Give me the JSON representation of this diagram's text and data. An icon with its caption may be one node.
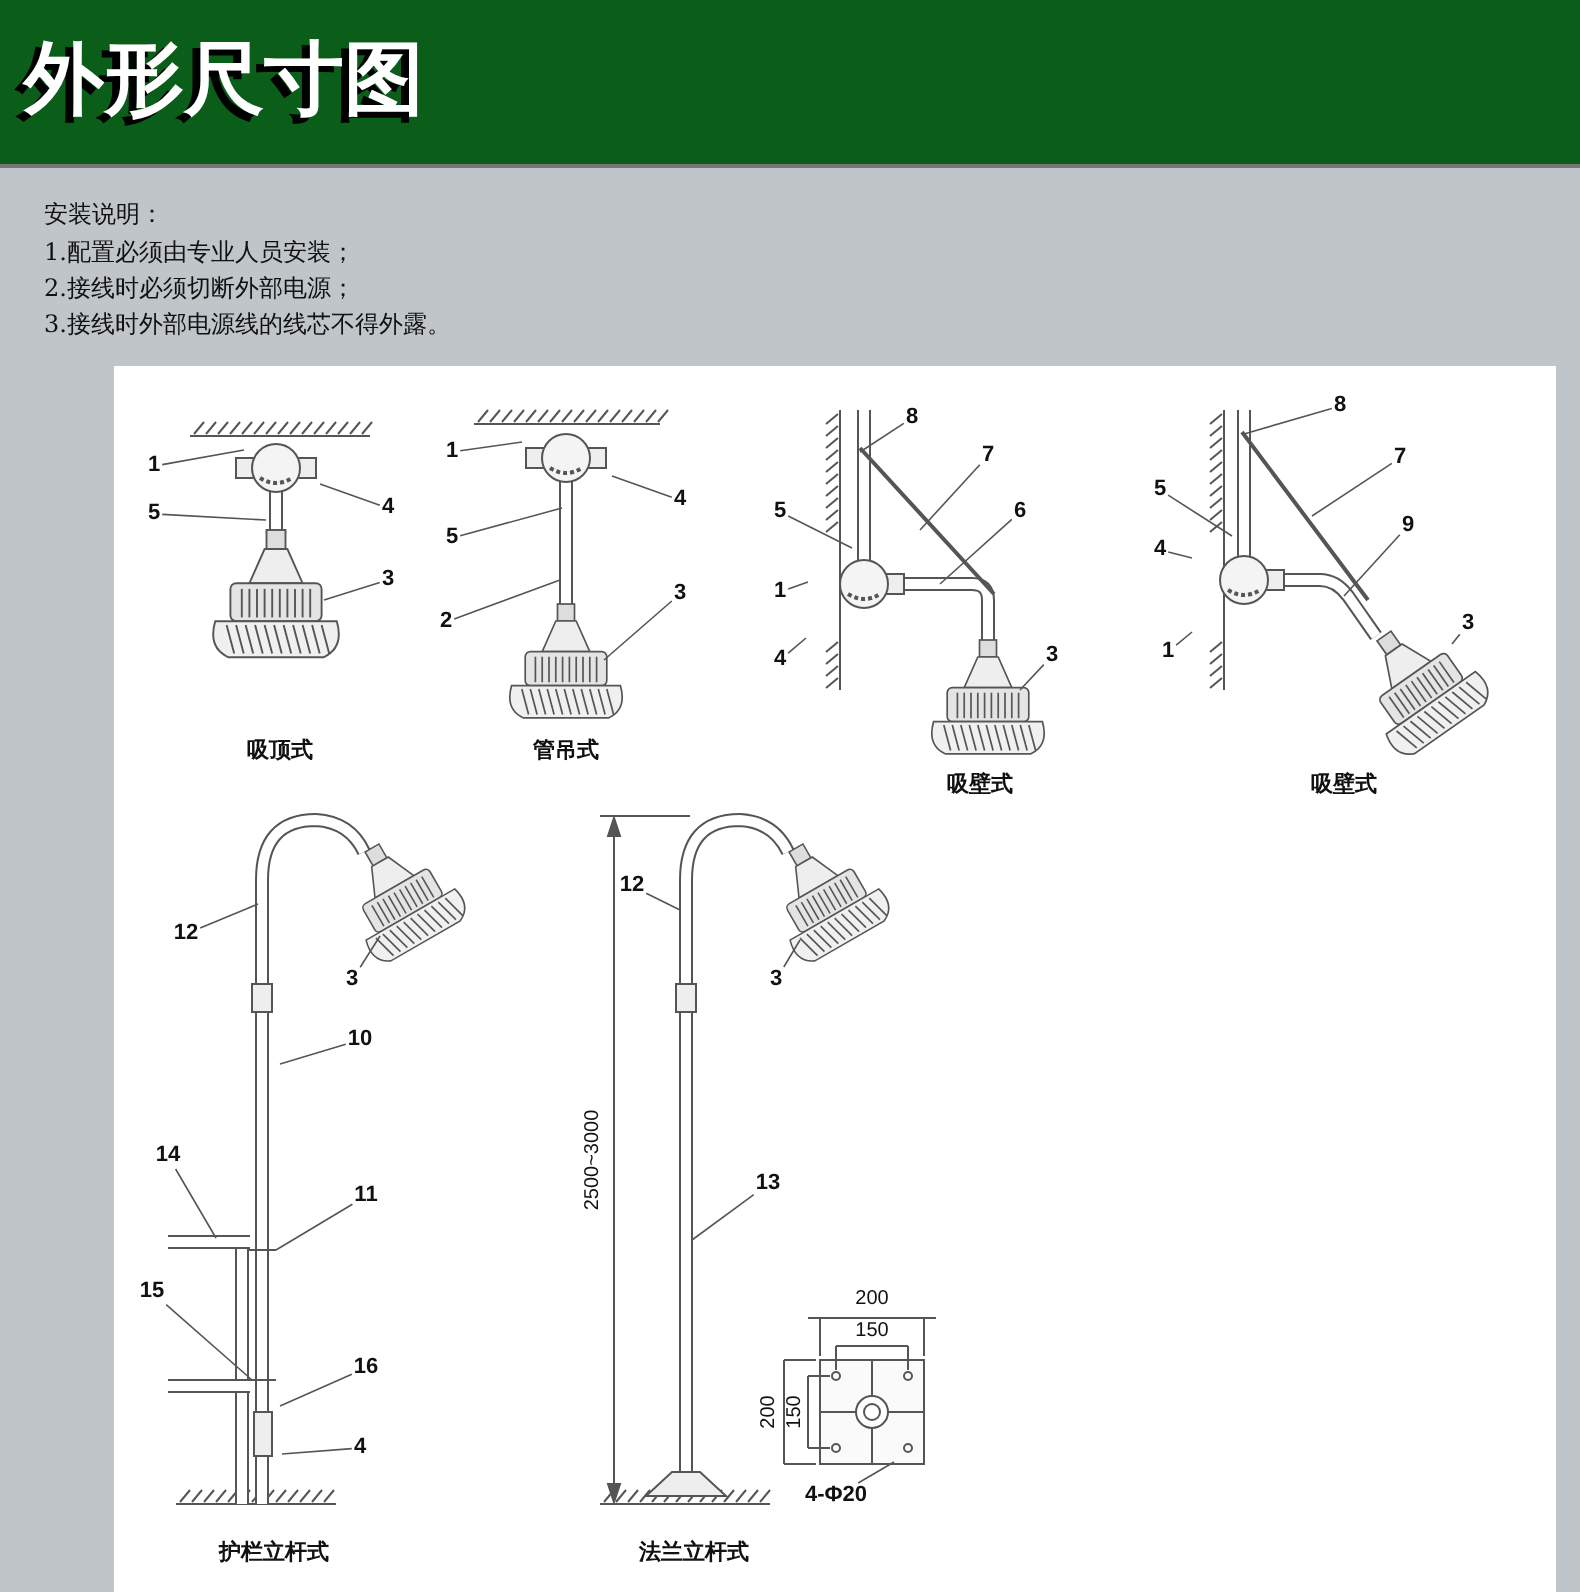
{
  "diagram": {
    "title": "外形尺寸图",
    "nodes": [
      {
        "text": [
          "1"
        ]
      },
      {
        "text": [
          "4"
        ]
      },
      {
        "text": [
          "5"
        ]
      },
      {
        "text": [
          "3"
        ]
      },
      {
        "text": [
          "1"
        ]
      },
      {
        "text": [
          "4"
        ]
      },
      {
        "text": [
          "5"
        ]
      },
      {
        "text": [
          "2"
        ]
      },
      {
        "text": [
          "3"
        ]
      },
      {
        "text": [
          "8"
        ]
      },
      {
        "text": [
          "7"
        ]
      },
      {
        "text": [
          "5"
        ]
      },
      {
        "text": [
          "6"
        ]
      },
      {
        "text": [
          "1"
        ]
      },
      {
        "text": [
          "4"
        ]
      },
      {
        "text": [
          "3"
        ]
      },
      {
        "text": [
          "8"
        ]
      },
      {
        "text": [
          "7"
        ]
      },
      {
        "text": [
          "5"
        ]
      },
      {
        "text": [
          "9"
        ]
      },
      {
        "text": [
          "4"
        ]
      },
      {
        "text": [
          "1"
        ]
      },
      {
        "text": [
          "3"
        ]
      },
      {
        "text": [
          "12"
        ]
      },
      {
        "text": [
          "3"
        ]
      },
      {
        "text": [
          "10"
        ]
      },
      {
        "text": [
          "14"
        ]
      },
      {
        "text": [
          "11"
        ]
      },
      {
        "text": [
          "15"
        ]
      },
      {
        "text": [
          "16"
        ]
      },
      {
        "text": [
          "4"
        ]
      },
      {
        "text": [
          "12"
        ]
      },
      {
        "text": [
          "3"
        ]
      },
      {
        "text": [
          "13"
        ]
      },
      {
        "text": [
          "4-Φ20"
        ]
      }
    ],
    "edges": [
      {
        "from": 0,
        "to": null,
        "arrow": "none"
      },
      {
        "from": 1,
        "to": null,
        "arrow": "none"
      },
      {
        "from": 2,
        "to": null,
        "arrow": "none"
      },
      {
        "from": 3,
        "to": null,
        "arrow": "none"
      },
      {
        "from": 4,
        "to": null,
        "arrow": "none"
      },
      {
        "from": 5,
        "to": null,
        "arrow": "none"
      },
      {
        "from": 6,
        "to": null,
        "arrow": "none"
      },
      {
        "from": 7,
        "to": null,
        "arrow": "none"
      },
      {
        "from": 8,
        "to": null,
        "arrow": "none"
      },
      {
        "from": 9,
        "to": null,
        "arrow": "none"
      },
      {
        "from": 10,
        "to": null,
        "arrow": "none"
      },
      {
        "from": 11,
        "to": null,
        "arrow": "none"
      },
      {
        "from": 12,
        "to": null,
        "arrow": "none"
      },
      {
        "from": 13,
        "to": null,
        "arrow": "none"
      },
      {
        "from": 14,
        "to": null,
        "arrow": "none"
      },
      {
        "from": 15,
        "to": null,
        "arrow": "none"
      },
      {
        "from": 16,
        "to": null,
        "arrow": "none"
      },
      {
        "from": 17,
        "to": null,
        "arrow": "none"
      },
      {
        "from": 18,
        "to": null,
        "arrow": "none"
      },
      {
        "from": 19,
        "to": null,
        "arrow": "none"
      },
      {
        "from": 20,
        "to": null,
        "arrow": "none"
      },
      {
        "from": 21,
        "to": null,
        "arrow": "none"
      },
      {
        "from": 22,
        "to": null,
        "arrow": "none"
      },
      {
        "from": 23,
        "to": null,
        "arrow": "none"
      },
      {
        "from": 24,
        "to": null,
        "arrow": "none"
      },
      {
        "from": 25,
        "to": null,
        "arrow": "none"
      },
      {
        "from": 26,
        "to": null,
        "arrow": "none"
      },
      {
        "from": 27,
        "to": null,
        "arrow": "none"
      },
      {
        "from": 28,
        "to": null,
        "arrow": "none"
      },
      {
        "from": 29,
        "to": null,
        "arrow": "none"
      },
      {
        "from": 30,
        "to": null,
        "arrow": "none"
      },
      {
        "from": 31,
        "to": null,
        "arrow": "none"
      },
      {
        "from": 32,
        "to": null,
        "arrow": "none"
      },
      {
        "from": 33,
        "to": null,
        "arrow": "none"
      },
      {
        "from": 34,
        "to": null,
        "arrow": "none"
      }
    ],
    "labels": [
      "安装说明：",
      "1.配置必须由专业人员安装；",
      "2.接线时必须切断外部电源；",
      "3.接线时外部电源线的线芯不得外露。",
      "吸顶式",
      "管吊式",
      "吸壁式",
      "吸壁式",
      "护栏立杆式",
      "法兰立杆式",
      "2500~3000",
      "200",
      "150",
      "200",
      "150"
    ]
  }
}
